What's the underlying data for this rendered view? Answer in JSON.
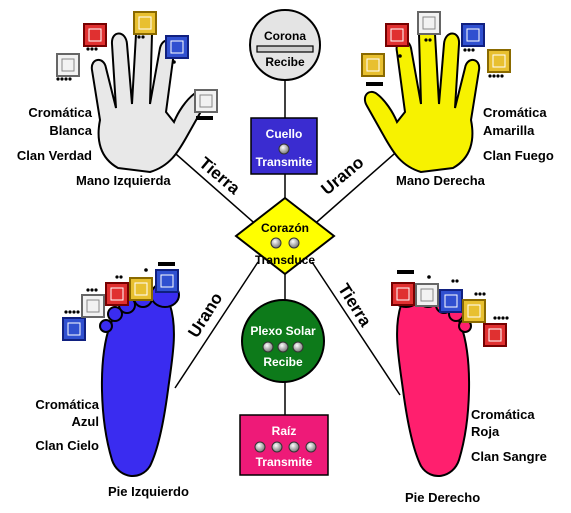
{
  "centers": {
    "corona": {
      "name": "Corona",
      "role": "Recibe"
    },
    "cuello": {
      "name": "Cuello",
      "role": "Transmite"
    },
    "corazon": {
      "name": "Corazón",
      "role": "Transduce"
    },
    "plexo": {
      "name": "Plexo Solar",
      "role": "Recibe"
    },
    "raiz": {
      "name": "Raíz",
      "role": "Transmite"
    }
  },
  "axes": {
    "upper_left": "Tierra",
    "upper_right": "Urano",
    "lower_left": "Urano",
    "lower_right": "Tierra"
  },
  "limbs": {
    "left_hand": {
      "chromatic_1": "Cromática",
      "chromatic_2": "Blanca",
      "clan": "Clan Verdad",
      "name": "Mano Izquierda"
    },
    "right_hand": {
      "chromatic_1": "Cromática",
      "chromatic_2": "Amarilla",
      "clan": "Clan Fuego",
      "name": "Mano Derecha"
    },
    "left_foot": {
      "chromatic_1": "Cromática",
      "chromatic_2": "Azul",
      "clan": "Clan Cielo",
      "name": "Pie Izquierdo"
    },
    "right_foot": {
      "chromatic_1": "Cromática",
      "chromatic_2": "Roja",
      "clan": "Clan Sangre",
      "name": "Pie Derecho"
    }
  },
  "colors": {
    "white_limb": "#e8e8e8",
    "yellow_limb": "#f7f200",
    "blue_limb": "#3a2cf0",
    "red_limb": "#ff1f6e",
    "corona_fill": "#e4e4e4",
    "cuello_fill": "#3a2cd0",
    "corazon_fill": "#ffff00",
    "plexo_fill": "#0d7a1a",
    "raiz_fill": "#ee1a78"
  },
  "glyph_icons": [
    "white-glyph-icon",
    "yellow-glyph-icon",
    "blue-glyph-icon",
    "red-glyph-icon"
  ]
}
